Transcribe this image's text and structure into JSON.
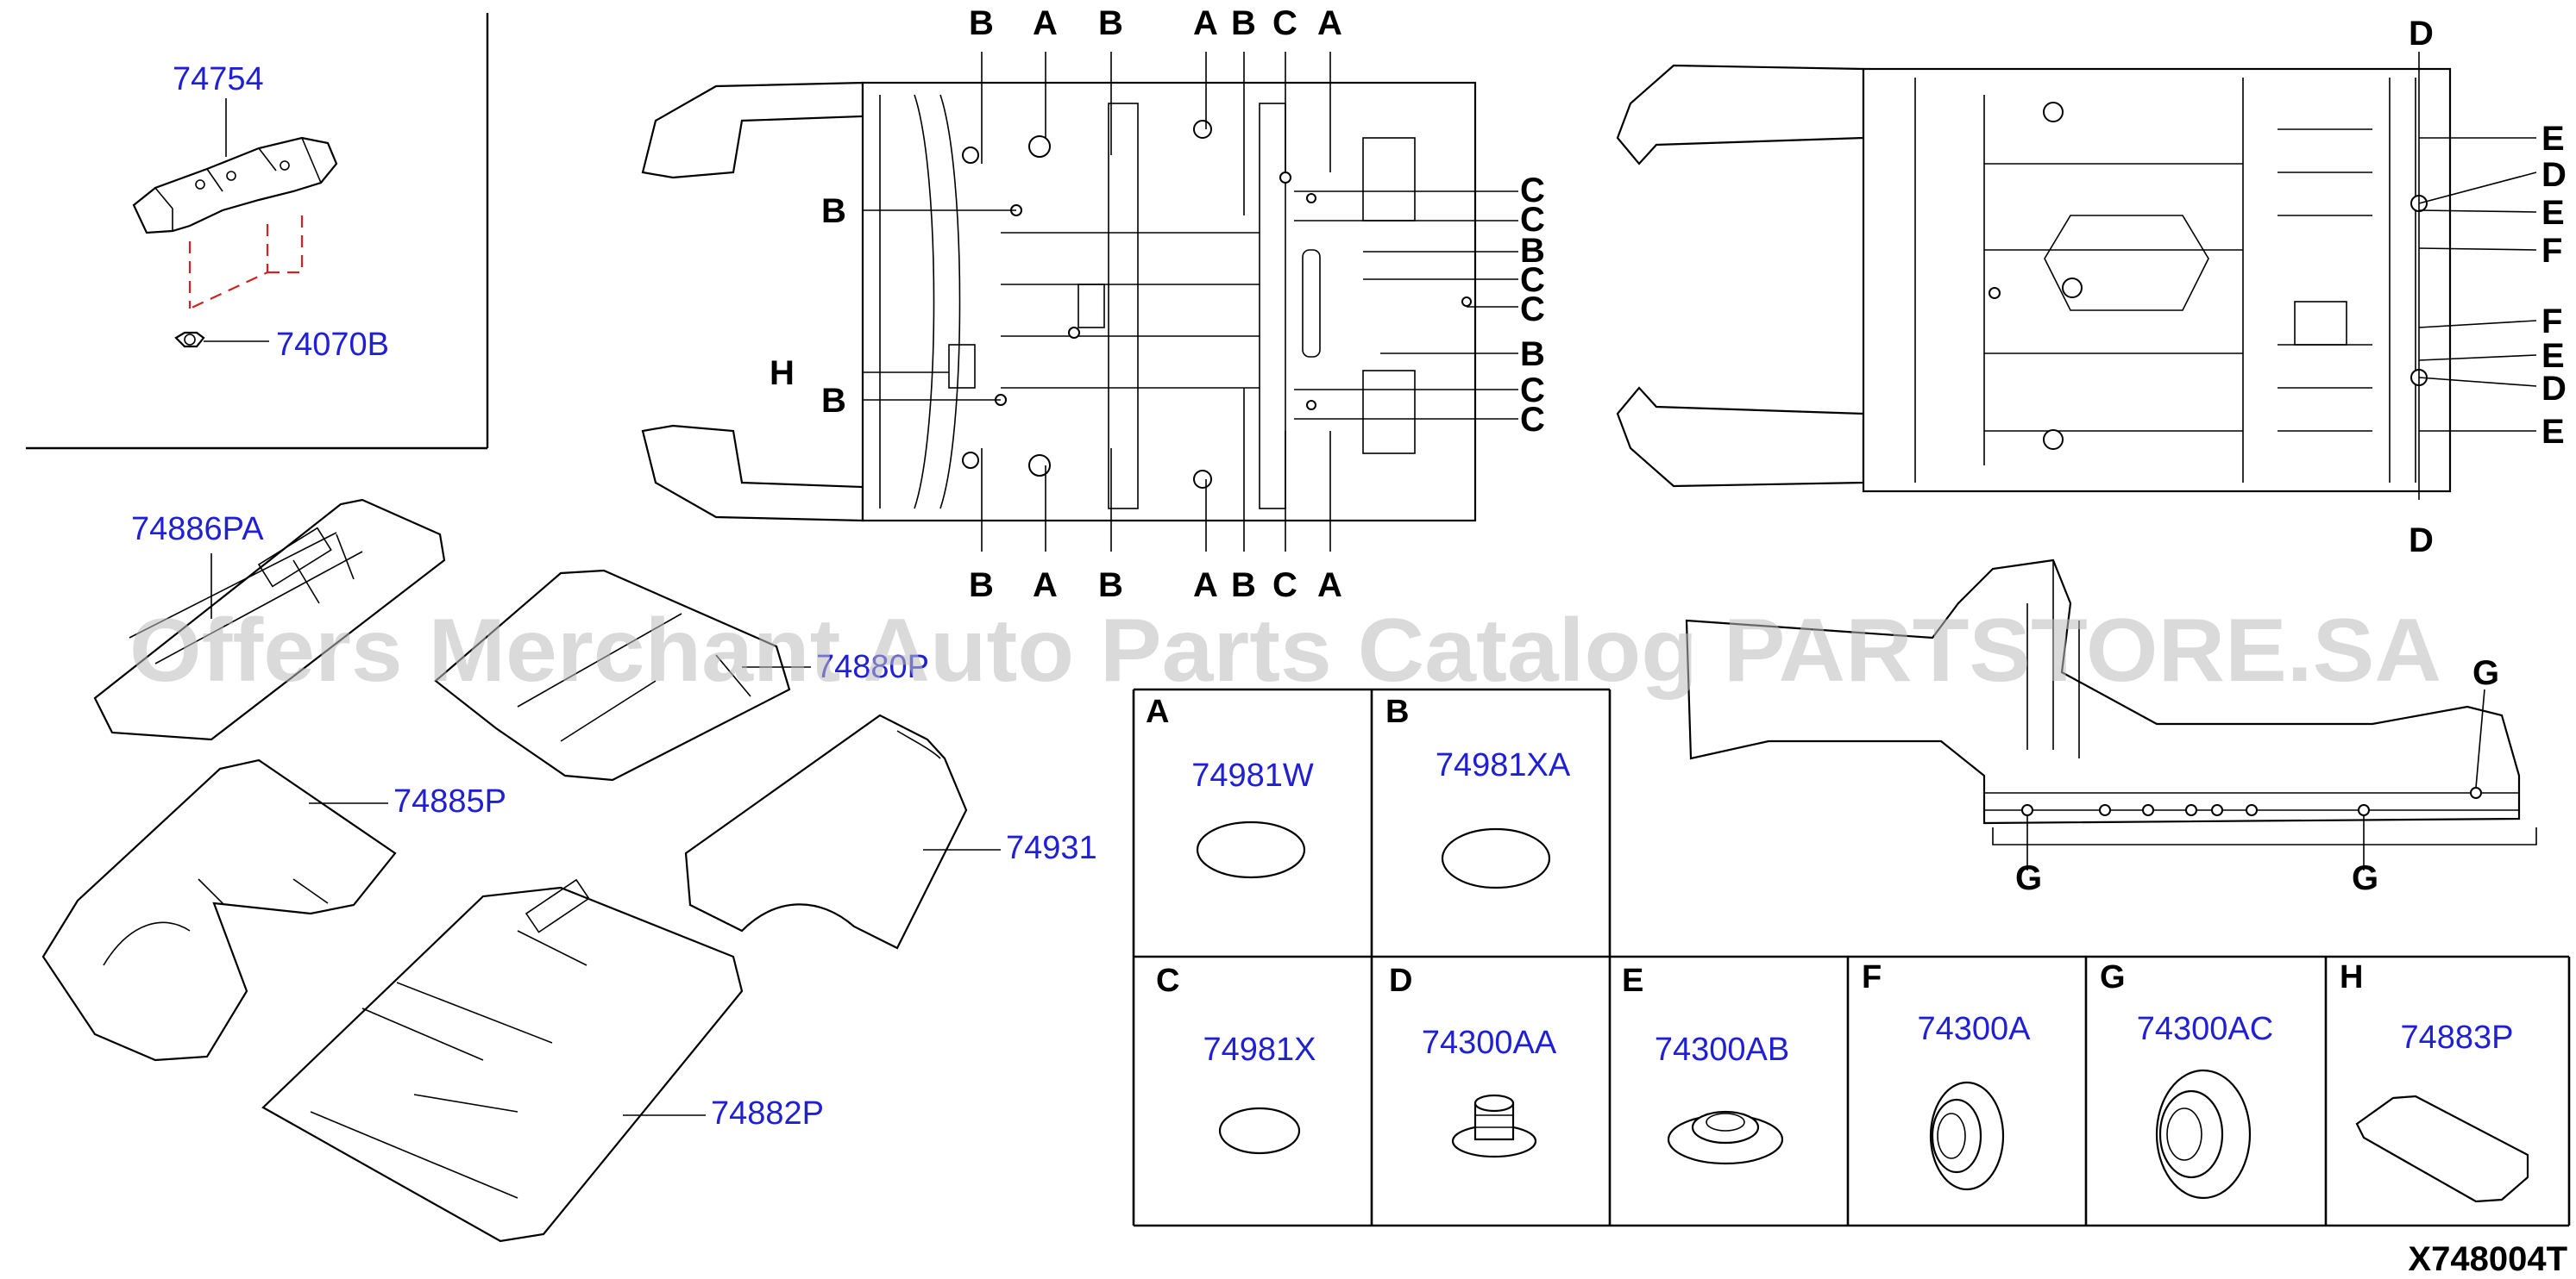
{
  "diagram_id": "X748004T",
  "watermark": "Offers Merchant Auto Parts Catalog PARTSTORE.SA",
  "parts": {
    "p74754": "74754",
    "p74070B": "74070B",
    "p74886PA": "74886PA",
    "p74880P": "74880P",
    "p74885P": "74885P",
    "p74931": "74931",
    "p74882P": "74882P"
  },
  "underbody": {
    "top_letters": [
      "B",
      "A",
      "B",
      "A",
      "B",
      "C",
      "A"
    ],
    "bottom_letters": [
      "B",
      "A",
      "B",
      "A",
      "B",
      "C",
      "A"
    ],
    "left_letters": [
      "B",
      "H",
      "B"
    ],
    "right_letters": [
      "C",
      "C",
      "B",
      "C",
      "C",
      "B",
      "C",
      "C"
    ]
  },
  "rear_floor": {
    "top_letter": "D",
    "bottom_letter": "D",
    "right_letters": [
      "E",
      "D",
      "E",
      "F",
      "F",
      "E",
      "D",
      "E"
    ]
  },
  "side_view": {
    "top_letter": "G",
    "bottom_letters": [
      "G",
      "G"
    ]
  },
  "legend": [
    {
      "letter": "A",
      "part": "74981W",
      "shape": "oval-plug"
    },
    {
      "letter": "B",
      "part": "74981XA",
      "shape": "oval-plug"
    },
    {
      "letter": "C",
      "part": "74981X",
      "shape": "oval-plug-small"
    },
    {
      "letter": "D",
      "part": "74300AA",
      "shape": "stepped-grommet"
    },
    {
      "letter": "E",
      "part": "74300AB",
      "shape": "ring-grommet"
    },
    {
      "letter": "F",
      "part": "74300A",
      "shape": "side-grommet"
    },
    {
      "letter": "G",
      "part": "74300AC",
      "shape": "side-grommet-large"
    },
    {
      "letter": "H",
      "part": "74883P",
      "shape": "pad"
    }
  ]
}
